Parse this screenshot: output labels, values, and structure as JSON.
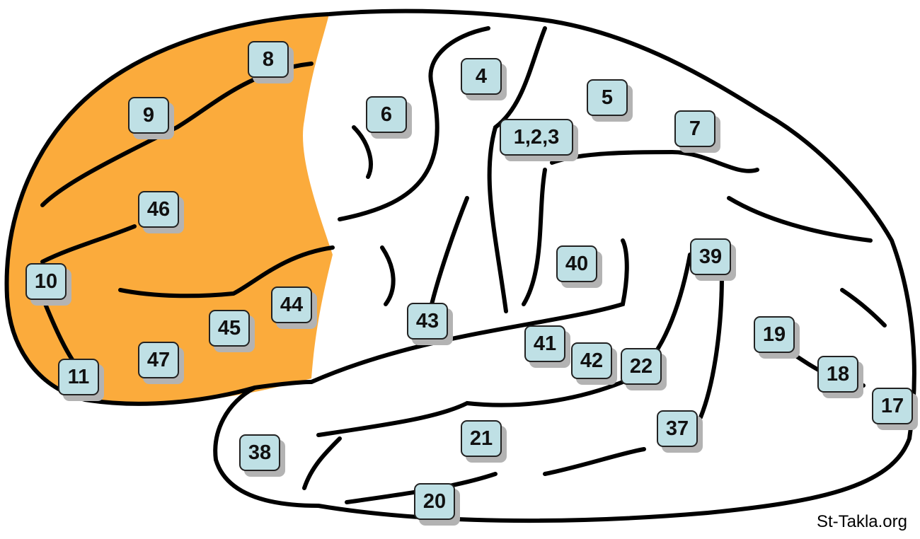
{
  "areas": {
    "a8": "8",
    "a9": "9",
    "a4": "4",
    "a6": "6",
    "a5": "5",
    "a123": "1,2,3",
    "a7": "7",
    "a46": "46",
    "a10": "10",
    "a40": "40",
    "a39": "39",
    "a44": "44",
    "a45": "45",
    "a43": "43",
    "a41": "41",
    "a42": "42",
    "a22": "22",
    "a19": "19",
    "a18": "18",
    "a47": "47",
    "a11": "11",
    "a17": "17",
    "a37": "37",
    "a21": "21",
    "a38": "38",
    "a20": "20"
  },
  "credit": "St-Takla.org",
  "colors": {
    "frontal": "#fbab3c",
    "label_bg": "#bfe0e5",
    "outline": "#000000"
  }
}
